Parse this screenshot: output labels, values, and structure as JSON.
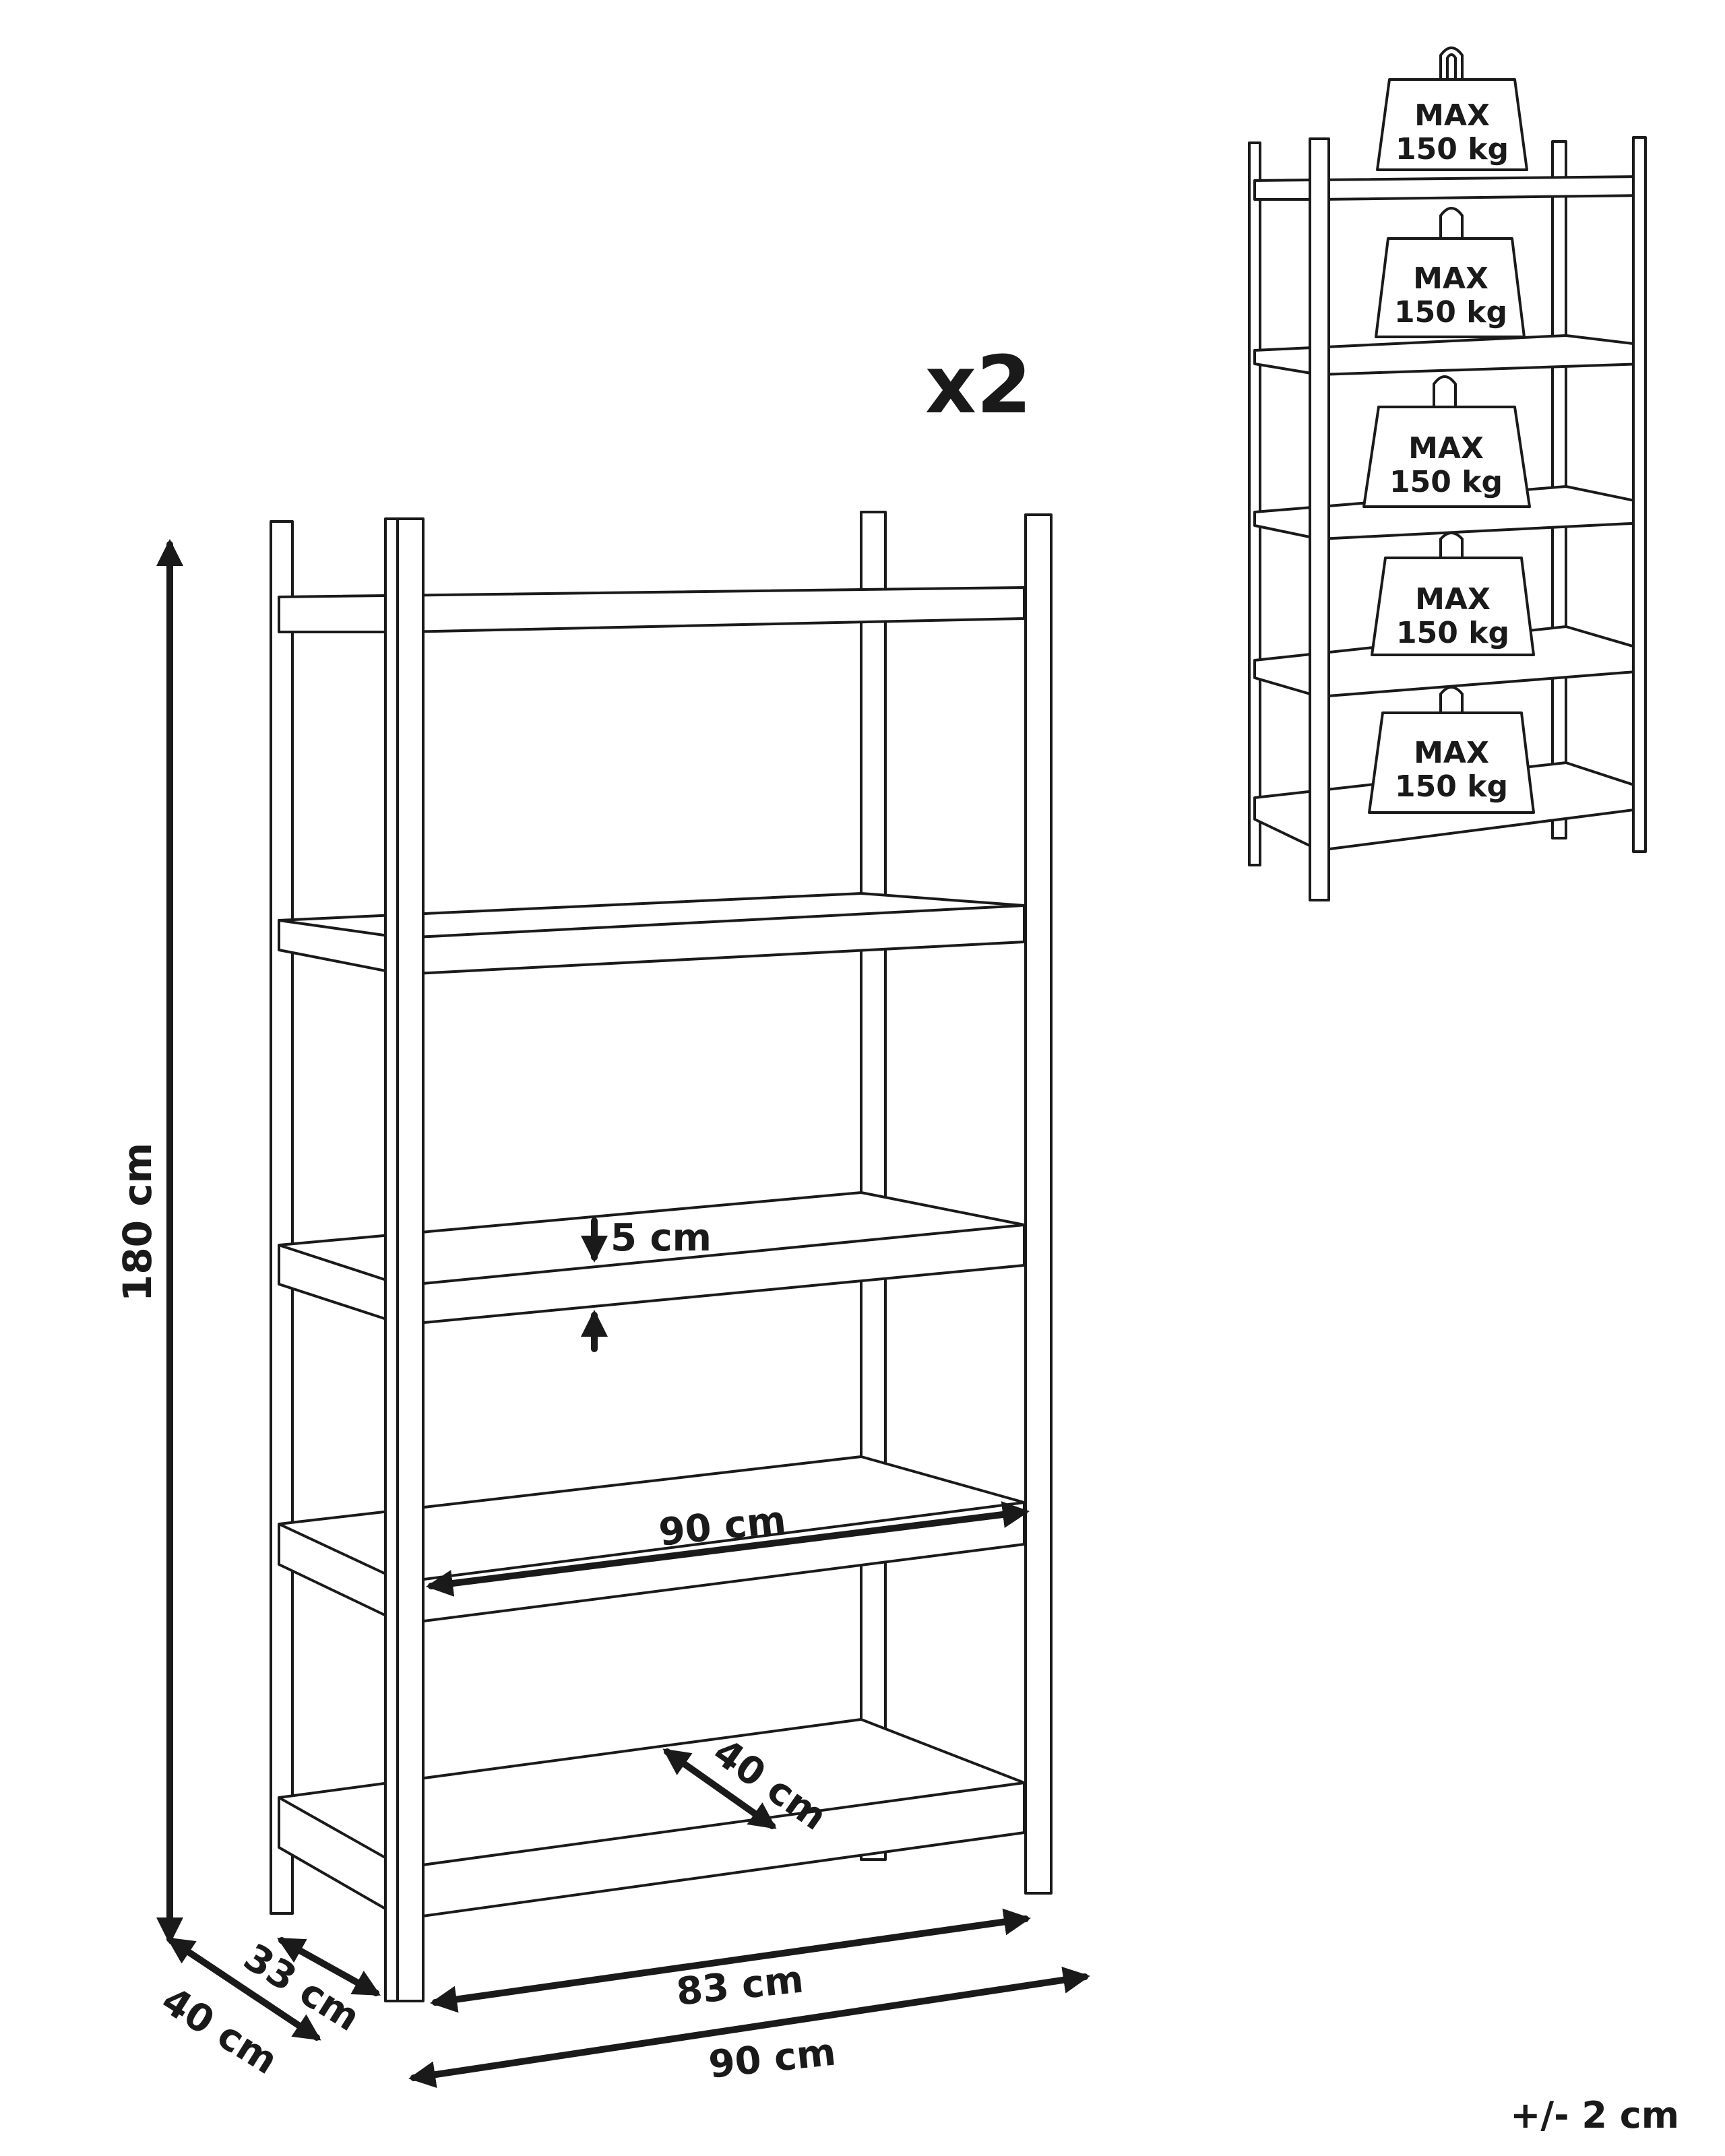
{
  "quantity": "x2",
  "tolerance": "+/- 2 cm",
  "dimensions": {
    "height": "180 cm",
    "shelf_thickness": "5 cm",
    "shelf_width": "90 cm",
    "shelf_depth": "40 cm",
    "inner_width": "83 cm",
    "outer_width": "90 cm",
    "inner_depth": "33 cm",
    "outer_depth": "40 cm"
  },
  "load": {
    "max_label": "MAX",
    "capacity": "150 kg",
    "weights": [
      {
        "max": "MAX",
        "kg": "150 kg"
      },
      {
        "max": "MAX",
        "kg": "150 kg"
      },
      {
        "max": "MAX",
        "kg": "150 kg"
      },
      {
        "max": "MAX",
        "kg": "150 kg"
      },
      {
        "max": "MAX",
        "kg": "150 kg"
      }
    ]
  },
  "colors": {
    "line": "#1a1a1a",
    "background": "#ffffff"
  }
}
